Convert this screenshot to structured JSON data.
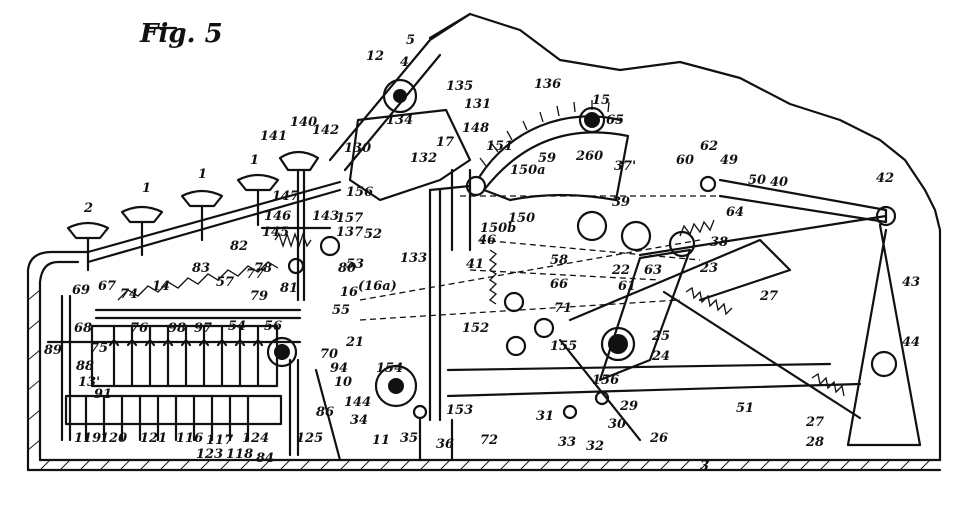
{
  "figure": {
    "title": "Fig. 5",
    "labels": {
      "l1a": "1",
      "l1b": "1",
      "l1c": "1",
      "l2": "2",
      "l3": "3",
      "l4": "4",
      "l5": "5",
      "l10": "10",
      "l11": "11",
      "l12": "12",
      "l14": "14",
      "l15": "15",
      "l16": "16",
      "l16a": "(16a)",
      "l17": "17",
      "l21": "21",
      "l22": "22",
      "l23": "23",
      "l24": "24",
      "l25": "25",
      "l26": "26",
      "l27a": "27",
      "l27b": "27",
      "l28": "28",
      "l29": "29",
      "l30": "30",
      "l31": "31",
      "l32": "32",
      "l33": "33",
      "l34": "34",
      "l35": "35",
      "l36": "36",
      "l37": "37'",
      "l38": "38",
      "l39": "39",
      "l40": "40",
      "l41": "41",
      "l42": "42",
      "l43": "43",
      "l44": "44",
      "l46": "46",
      "l49": "49",
      "l50": "50",
      "l51": "51",
      "l52": "52",
      "l53": "53",
      "l54": "54",
      "l55": "55",
      "l56": "56",
      "l57": "57",
      "l58": "58",
      "l59": "59",
      "l60": "60",
      "l61": "61",
      "l62": "62",
      "l63": "63",
      "l64": "64",
      "l65": "65",
      "l66": "66",
      "l67": "67",
      "l68": "68",
      "l69": "69",
      "l70": "70",
      "l71": "71",
      "l72": "72",
      "l74": "74",
      "l75": "75",
      "l76": "76",
      "l77": "77",
      "l78": "78",
      "l79": "79",
      "l80": "80",
      "l81": "81",
      "l82": "82",
      "l83": "83",
      "l84": "84",
      "l86": "86",
      "l88": "88",
      "l89": "89",
      "l91": "91",
      "l94": "94",
      "l97": "97",
      "l98": "98",
      "l116": "116",
      "l117": "117",
      "l118": "118",
      "l119": "119",
      "l120": "120",
      "l121": "121",
      "l123": "123",
      "l124": "124",
      "l125": "125",
      "l130": "130",
      "l131": "131",
      "l132": "132",
      "l133": "133",
      "l134": "134",
      "l135": "135",
      "l136": "136",
      "l137": "137",
      "l140": "140",
      "l141": "141",
      "l142": "142",
      "l143": "143",
      "l144": "144",
      "l145": "145",
      "l146": "146",
      "l147": "147",
      "l148": "148",
      "l150": "150",
      "l150a": "150a",
      "l150b": "150b",
      "l151": "151",
      "l152": "152",
      "l153": "153",
      "l154": "154",
      "l155": "155",
      "l156a": "156",
      "l156b": "156",
      "l157": "157",
      "l260": "260",
      "l13": "13'"
    }
  }
}
